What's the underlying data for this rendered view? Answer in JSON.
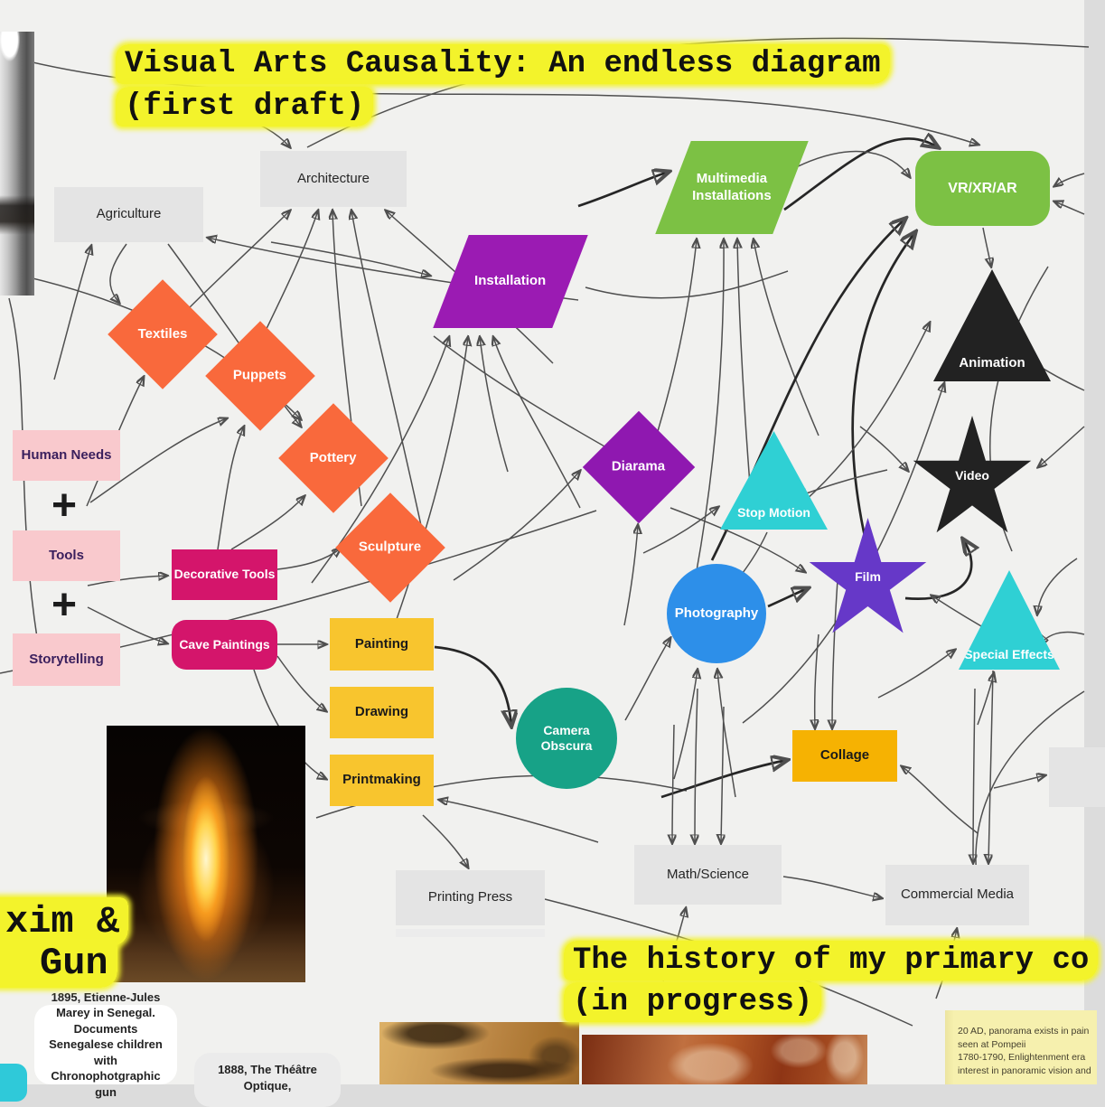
{
  "title": {
    "line1": "Visual Arts Causality: An endless diagram",
    "line2": "(first draft)"
  },
  "annotations": {
    "maxim_line1": "xim &",
    "maxim_line2": "Gun",
    "history_line1": "The history of my primary co",
    "history_line2": "(in progress)"
  },
  "nodes": {
    "agriculture": {
      "label": "Agriculture"
    },
    "architecture": {
      "label": "Architecture"
    },
    "multimedia": {
      "label": "Multimedia Installations"
    },
    "vrxrar": {
      "label": "VR/XR/AR"
    },
    "installation": {
      "label": "Installation"
    },
    "animation": {
      "label": "Animation"
    },
    "textiles": {
      "label": "Textiles"
    },
    "puppets": {
      "label": "Puppets"
    },
    "pottery": {
      "label": "Pottery"
    },
    "sculpture": {
      "label": "Sculpture"
    },
    "human_needs": {
      "label": "Human Needs"
    },
    "tools": {
      "label": "Tools"
    },
    "storytelling": {
      "label": "Storytelling"
    },
    "plus1": {
      "label": "+"
    },
    "plus2": {
      "label": "+"
    },
    "decorative_tools": {
      "label": "Decorative Tools"
    },
    "cave_paintings": {
      "label": "Cave Paintings"
    },
    "painting": {
      "label": "Painting"
    },
    "drawing": {
      "label": "Drawing"
    },
    "printmaking": {
      "label": "Printmaking"
    },
    "diarama": {
      "label": "Diarama"
    },
    "stop_motion": {
      "label": "Stop Motion"
    },
    "video": {
      "label": "Video"
    },
    "film": {
      "label": "Film"
    },
    "photography": {
      "label": "Photography"
    },
    "special_effects": {
      "label": "Special Effects"
    },
    "camera_obscura": {
      "label": "Camera Obscura"
    },
    "collage": {
      "label": "Collage"
    },
    "math_science": {
      "label": "Math/Science"
    },
    "commercial_media": {
      "label": "Commercial Media"
    },
    "printing_press": {
      "label": "Printing Press"
    }
  },
  "notes": {
    "note_1895": "1895, Etienne-Jules Marey in Senegal. Documents Senegalese children with Chronophotgraphic gun",
    "note_1888": "1888, The Théâtre Optique,",
    "sticky_lines": [
      "20 AD, panorama exists in pain",
      "seen at Pompeii",
      "1780-1790, Enlightenment era",
      "interest in panoramic vision and"
    ]
  },
  "images": {
    "bw_photo": "black-and-white-gun-photo",
    "bonfire": "bonfire-night-crowd-photo",
    "lascaux": "cave-painting-animals-photo",
    "hands": "cave-painting-hand-stencils-photo"
  },
  "colors": {
    "background": "#f1f1ef",
    "highlight": "#f3f32b",
    "gray_node": "#e4e4e4",
    "pink_node": "#f9c9cd",
    "pink_text": "#3a1f5d",
    "magenta_node": "#d4156b",
    "orange_node": "#f9693c",
    "yellow_node": "#f8c52e",
    "amber_node": "#f6b202",
    "purple_node": "#9b1bb3",
    "purple_diamond": "#8f18b0",
    "green_node": "#7cc144",
    "black_node": "#222222",
    "cyan_node": "#2fd0d4",
    "blue_node": "#2d8fe9",
    "teal_node": "#17a287",
    "violet_star": "#6638c8",
    "sticky_note": "#f6f0ae"
  }
}
